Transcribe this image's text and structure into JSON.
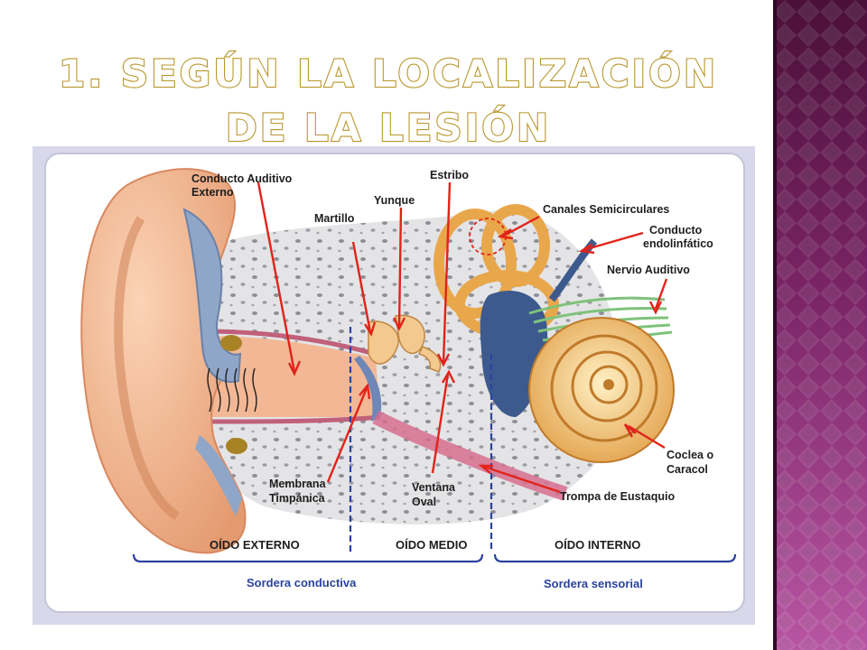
{
  "title": "1. Según la localización de la lesión",
  "labels": {
    "conducto_auditivo": [
      "Conducto Auditivo",
      "Externo"
    ],
    "estribo": "Estribo",
    "yunque": "Yunque",
    "martillo": "Martillo",
    "canales": "Canales Semicirculares",
    "endolinfatico": [
      "Conducto",
      "endolinfático"
    ],
    "nervio": "Nervio Auditivo",
    "coclea": [
      "Coclea o",
      "Caracol"
    ],
    "trompa": "Trompa de Eustaquio",
    "ventana": [
      "Ventana",
      "Oval"
    ],
    "membrana": [
      "Membrana",
      "Timpánica"
    ]
  },
  "sections": {
    "externo": "OÍDO EXTERNO",
    "medio": "OÍDO MEDIO",
    "interno": "OÍDO INTERNO"
  },
  "sorderas": {
    "conductiva": "Sordera conductiva",
    "sensorial": "Sordera sensorial"
  },
  "colors": {
    "title_outline": "#b8962c",
    "band_dark": "#4a1039",
    "band_light": "#b855a3",
    "arrow": "#e1231a",
    "bracket": "#2a43a0"
  }
}
